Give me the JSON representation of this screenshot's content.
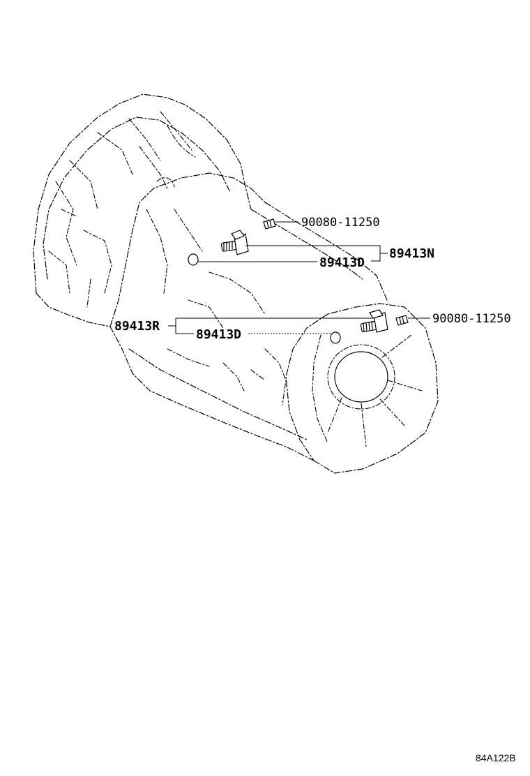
{
  "callouts": {
    "bolt_upper": "90080-11250",
    "sensor_upper": "89413N",
    "oring_upper": "89413D",
    "sensor_lower": "89413R",
    "oring_lower": "89413D",
    "bolt_lower": "90080-11250"
  },
  "diagram_code": "84A122B"
}
